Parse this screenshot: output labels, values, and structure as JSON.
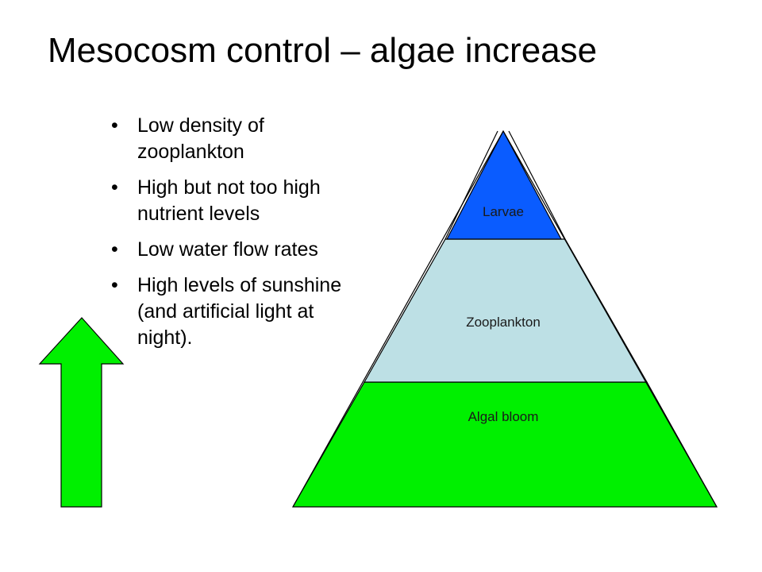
{
  "slide": {
    "title": "Mesocosm control – algae increase"
  },
  "bullets": [
    "Low density of zooplankton",
    "High but not too high nutrient levels",
    "Low water flow rates",
    "High levels of sunshine (and artificial light at night)."
  ],
  "pyramid": {
    "layers": [
      {
        "label": "Larvae",
        "color": "#0a5cff"
      },
      {
        "label": "Zooplankton",
        "color": "#bde0e5"
      },
      {
        "label": "Algal bloom",
        "color": "#00f000"
      }
    ]
  },
  "arrow": {
    "color": "#00f000",
    "direction": "up"
  }
}
